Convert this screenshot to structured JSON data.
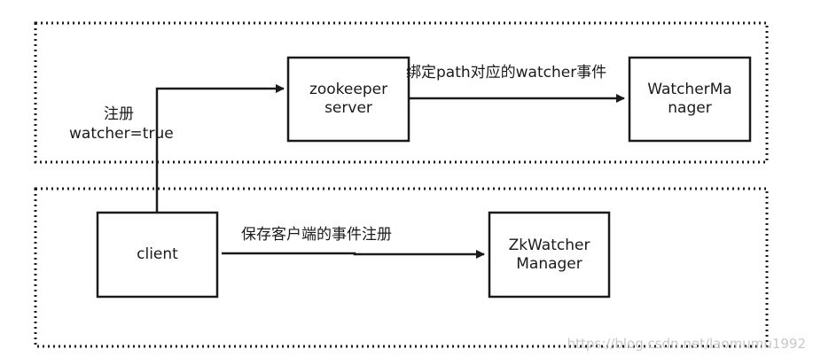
{
  "regions": {
    "server_side_label": "",
    "client_side_label": ""
  },
  "nodes": {
    "zookeeper_server": {
      "line1": "zookeeper",
      "line2": "server"
    },
    "watcher_manager": {
      "line1": "WatcherMa",
      "line2": "nager"
    },
    "client": {
      "line1": "client"
    },
    "zk_watcher_manager": {
      "line1": "ZkWatcher",
      "line2": "Manager"
    }
  },
  "edges": {
    "register": {
      "line1": "注册",
      "line2": "watcher=true"
    },
    "bind_path": {
      "label": "绑定path对应的watcher事件"
    },
    "save_client": {
      "label": "保存客户端的事件注册"
    }
  },
  "watermark": "https://blog.csdn.net/laomumu1992",
  "colors": {
    "stroke": "#1a1a1a",
    "background": "#ffffff",
    "watermark": "#c8c8c8"
  }
}
